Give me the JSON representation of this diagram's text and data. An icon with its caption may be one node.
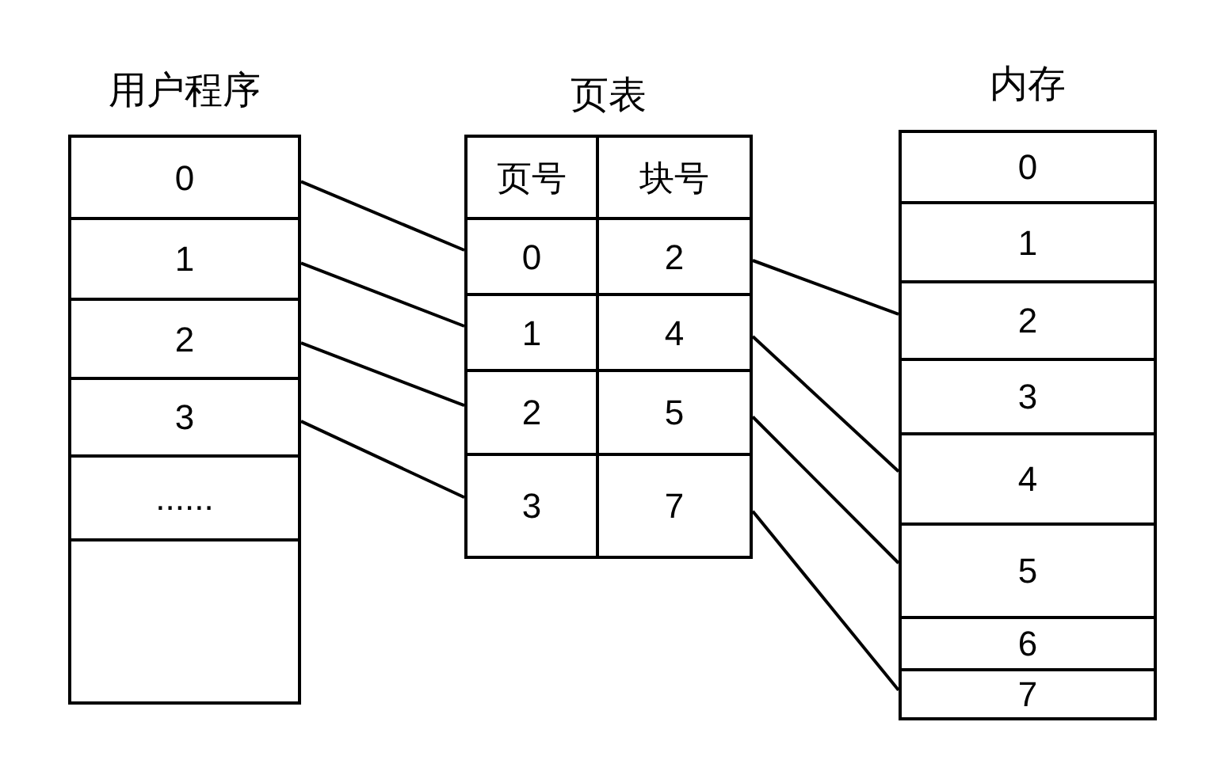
{
  "diagram": {
    "nodes": [
      {
        "text": [
          "用户程序"
        ]
      },
      {
        "text": [
          "0"
        ],
        "in": 0
      },
      {
        "text": [
          "1"
        ],
        "in": 0
      },
      {
        "text": [
          "2"
        ],
        "in": 0
      },
      {
        "text": [
          "3"
        ],
        "in": 0
      },
      {
        "text": [
          "......"
        ],
        "in": 0
      },
      {
        "text": [],
        "shape": "box",
        "in": 0
      },
      {
        "text": [
          "页表"
        ]
      },
      {
        "text": [
          "页号"
        ],
        "in": 7
      },
      {
        "text": [
          "块号"
        ],
        "in": 7
      },
      {
        "text": [
          "0"
        ],
        "in": 7
      },
      {
        "text": [
          "2"
        ],
        "in": 7
      },
      {
        "text": [
          "1"
        ],
        "in": 7
      },
      {
        "text": [
          "4"
        ],
        "in": 7
      },
      {
        "text": [
          "2"
        ],
        "in": 7
      },
      {
        "text": [
          "5"
        ],
        "in": 7
      },
      {
        "text": [
          "3"
        ],
        "in": 7
      },
      {
        "text": [
          "7"
        ],
        "in": 7
      },
      {
        "text": [
          "内存"
        ]
      },
      {
        "text": [
          "0"
        ],
        "in": 18
      },
      {
        "text": [
          "1"
        ],
        "in": 18
      },
      {
        "text": [
          "2"
        ],
        "in": 18
      },
      {
        "text": [
          "3"
        ],
        "in": 18
      },
      {
        "text": [
          "4"
        ],
        "in": 18
      },
      {
        "text": [
          "5"
        ],
        "in": 18
      },
      {
        "text": [
          "6"
        ],
        "in": 18
      },
      {
        "text": [
          "7"
        ],
        "in": 18
      }
    ],
    "edges": [
      {
        "from": 1,
        "to": 10,
        "arrow": "none"
      },
      {
        "from": 2,
        "to": 12,
        "arrow": "none"
      },
      {
        "from": 3,
        "to": 14,
        "arrow": "none"
      },
      {
        "from": 4,
        "to": 16,
        "arrow": "none"
      },
      {
        "from": 11,
        "to": 21,
        "arrow": "none"
      },
      {
        "from": 13,
        "to": 23,
        "arrow": "none"
      },
      {
        "from": 15,
        "to": 24,
        "arrow": "none"
      },
      {
        "from": 17,
        "to": 26,
        "arrow": "none"
      }
    ]
  }
}
